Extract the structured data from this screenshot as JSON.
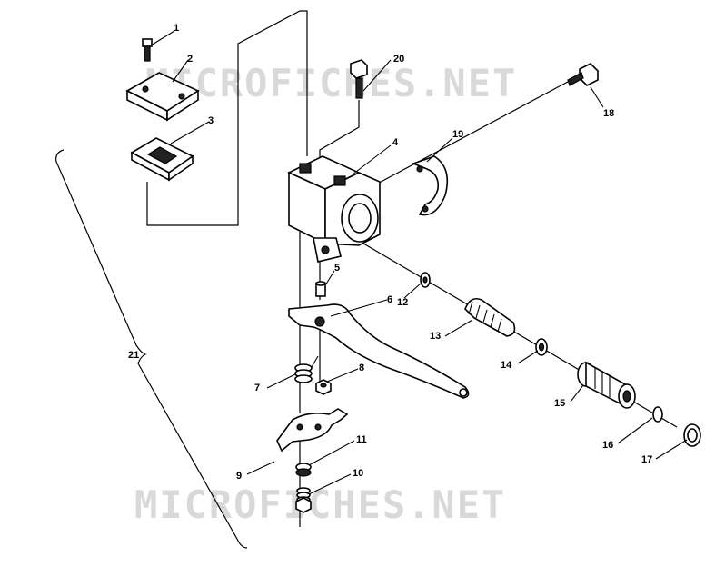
{
  "watermark": {
    "top": "MICROFICHES.NET",
    "bottom": "MICROFICHES.NET"
  },
  "callouts": {
    "c1": "1",
    "c2": "2",
    "c3": "3",
    "c4": "4",
    "c5": "5",
    "c6": "6",
    "c7": "7",
    "c8": "8",
    "c9": "9",
    "c10": "10",
    "c11": "11",
    "c12": "12",
    "c13": "13",
    "c14": "14",
    "c15": "15",
    "c16": "16",
    "c17": "17",
    "c18": "18",
    "c19": "19",
    "c20": "20",
    "c21": "21"
  }
}
